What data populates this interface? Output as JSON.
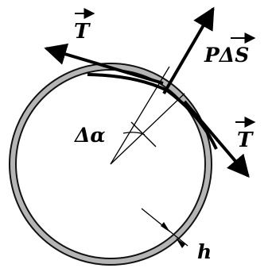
{
  "labels": {
    "tension_left": "T",
    "tension_right": "T",
    "pressure_force": "PΔS",
    "angle": "Δα",
    "thickness": "h"
  }
}
